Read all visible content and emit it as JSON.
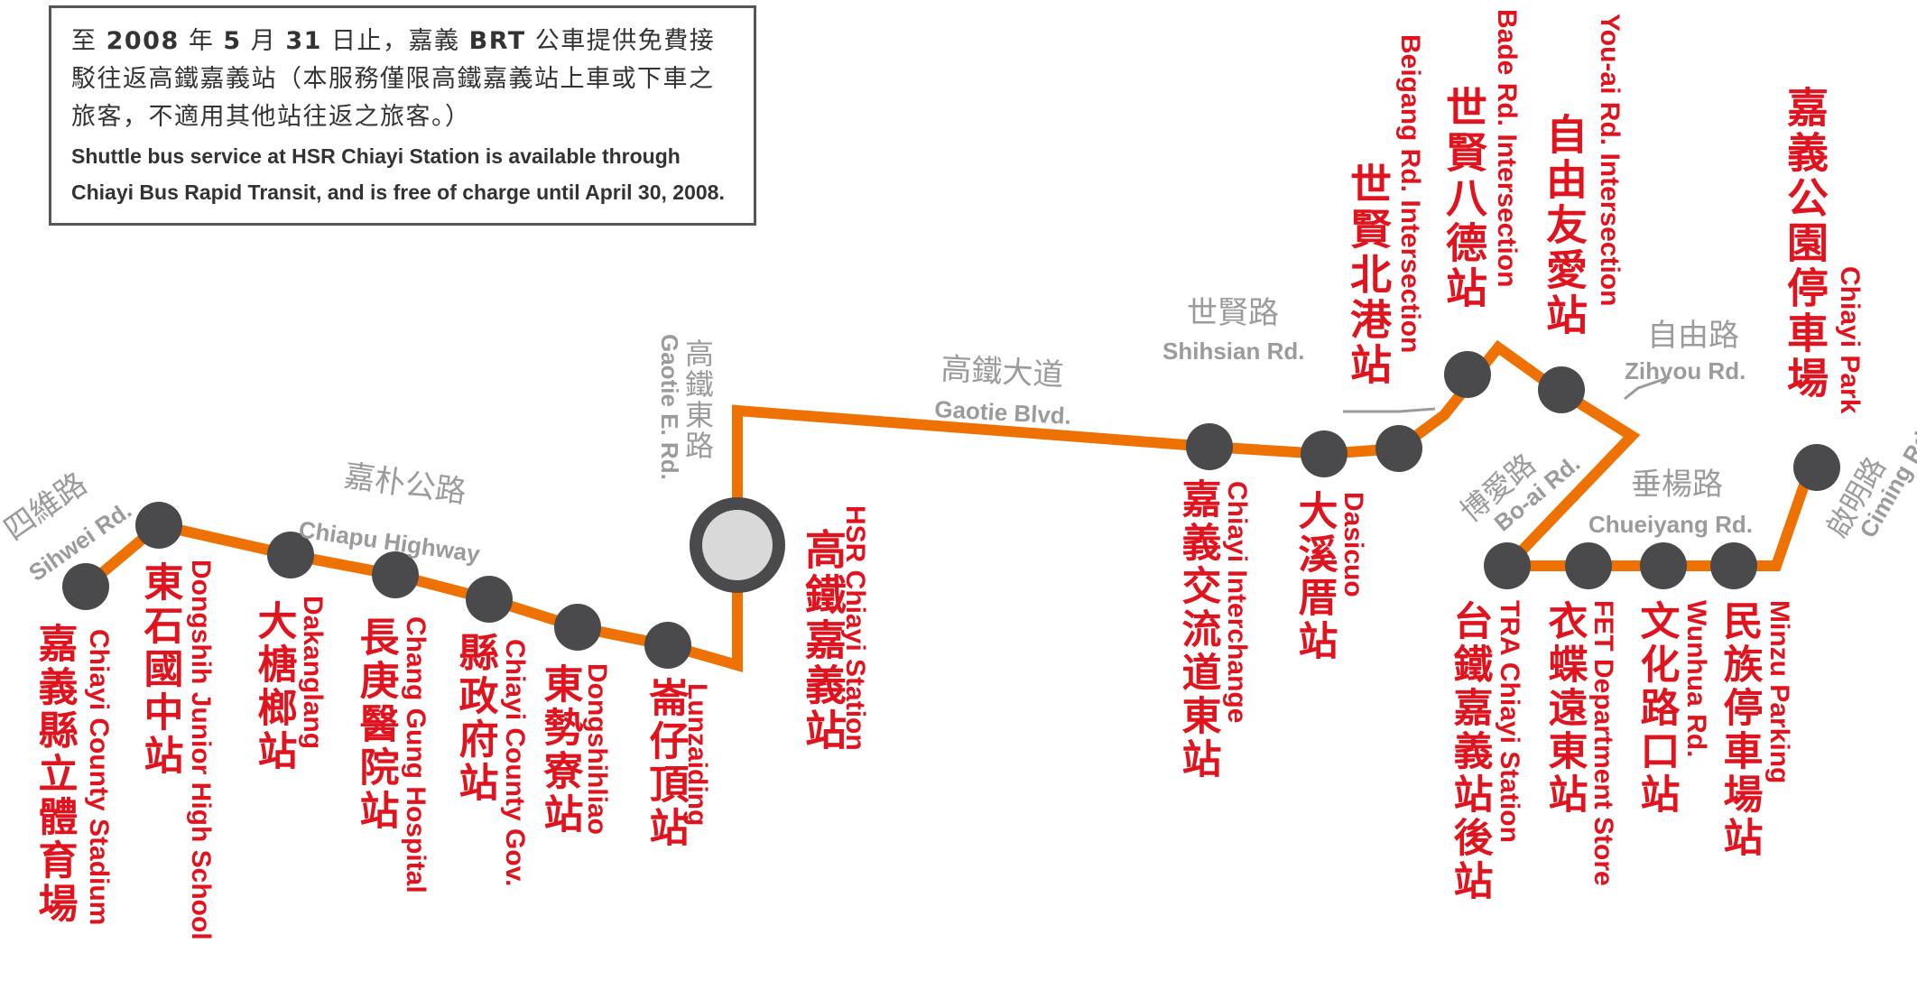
{
  "notice": {
    "zh_parts": [
      "至 ",
      "2008",
      " 年 ",
      "5",
      " 月 ",
      "31",
      " 日止，嘉義 ",
      "BRT",
      " 公車提供免費接駁往返高鐵嘉義站（本服務僅限高鐵嘉義站上車或下車之旅客，不適用其他站往返之旅客。）"
    ],
    "en": "Shuttle bus service at HSR Chiayi Station is available through Chiayi Bus Rapid Transit, and is free of charge until April 30, 2008."
  },
  "colors": {
    "route": "#EE7203",
    "stop": "#4A4A4C",
    "station_ring": "#4A4A4C",
    "station_fill": "#D9D9D9",
    "station_label": "#E0141E",
    "road_label": "#9B9B9B",
    "border": "#555555"
  },
  "stations": [
    {
      "id": "county-stadium",
      "zh": "嘉義縣立體育場",
      "en": "Chiayi County Stadium"
    },
    {
      "id": "dongshih-junior-high",
      "zh": "東石國中站",
      "en": "Dongshih Junior High School"
    },
    {
      "id": "dakanglang",
      "zh": "大榶榔站",
      "en": "Dakanglang"
    },
    {
      "id": "chang-gung-hospital",
      "zh": "長庚醫院站",
      "en": "Chang Gung Hospital"
    },
    {
      "id": "county-gov",
      "zh": "縣政府站",
      "en": "Chiayi County Gov."
    },
    {
      "id": "dongshihliao",
      "zh": "東勢寮站",
      "en": "Dongshihliao"
    },
    {
      "id": "lunzaiding",
      "zh": "崙仔頂站",
      "en": "Lunzaiding"
    },
    {
      "id": "hsr-chiayi",
      "zh": "高鐵嘉義站",
      "en": "HSR Chiayi Station",
      "terminal": true
    },
    {
      "id": "chiayi-interchange",
      "zh": "嘉義交流道東站",
      "en": "Chiayi Interchange"
    },
    {
      "id": "dasicuo",
      "zh": "大溪厝站",
      "en": "Dasicuo"
    },
    {
      "id": "beigang-rd",
      "zh": "世賢北港站",
      "en": "Beigang Rd. Intersection"
    },
    {
      "id": "bade-rd",
      "zh": "世賢八德站",
      "en": "Bade Rd. Intersection"
    },
    {
      "id": "you-ai-rd",
      "zh": "自由友愛站",
      "en": "You-ai Rd. Intersection"
    },
    {
      "id": "tra-chiayi",
      "zh": "台鐵嘉義站後站",
      "en": "TRA Chiayi Station"
    },
    {
      "id": "fet-department-store",
      "zh": "衣蝶遠東站",
      "en": "FET Department Store"
    },
    {
      "id": "wunhua-rd",
      "zh": "文化路口站",
      "en": "Wunhua Rd."
    },
    {
      "id": "minzu-parking",
      "zh": "民族停車場站",
      "en": "Minzu Parking"
    },
    {
      "id": "chiayi-park",
      "zh": "嘉義公園停車場",
      "en": "Chiayi Park"
    }
  ],
  "roads": [
    {
      "id": "sihwei",
      "zh": "四維路",
      "en": "Sihwei Rd."
    },
    {
      "id": "chiapu",
      "zh": "嘉朴公路",
      "en": "Chiapu Highway"
    },
    {
      "id": "gaotie-e",
      "zh": "高鐵東路",
      "en": "Gaotie E. Rd."
    },
    {
      "id": "gaotie-blvd",
      "zh": "高鐵大道",
      "en": "Gaotie Blvd."
    },
    {
      "id": "shihsian",
      "zh": "世賢路",
      "en": "Shihsian Rd."
    },
    {
      "id": "zihyou",
      "zh": "自由路",
      "en": "Zihyou Rd."
    },
    {
      "id": "bo-ai",
      "zh": "博愛路",
      "en": "Bo-ai Rd."
    },
    {
      "id": "chueiyang",
      "zh": "垂楊路",
      "en": "Chueiyang Rd."
    },
    {
      "id": "ciming",
      "zh": "啟明路",
      "en": "Ciming Rd."
    }
  ]
}
